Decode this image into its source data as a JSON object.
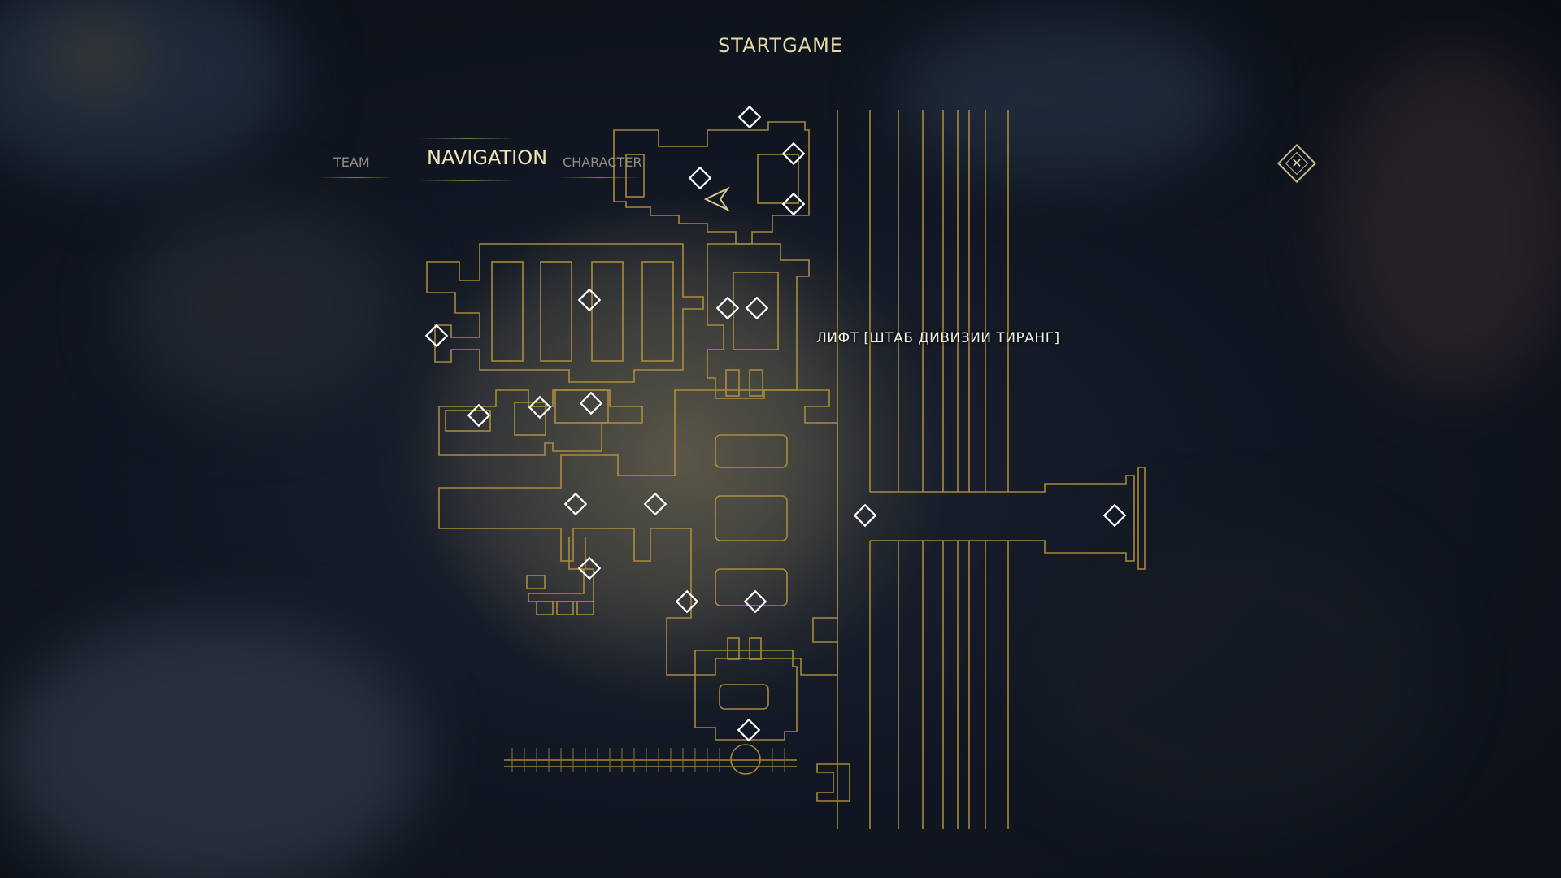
{
  "header": {
    "title": "STARTGAME"
  },
  "tabs": [
    {
      "label": "TEAM",
      "active": false
    },
    {
      "label": "NAVIGATION",
      "active": true
    },
    {
      "label": "CHARACTER",
      "active": false
    }
  ],
  "map": {
    "location_label": "ЛИФТ [ШТАБ ДИВИЗИИ ТИРАНГ]",
    "line_color": "#b8933f",
    "marker_color": "#ffffff"
  },
  "close_button": {
    "icon": "close-icon"
  }
}
